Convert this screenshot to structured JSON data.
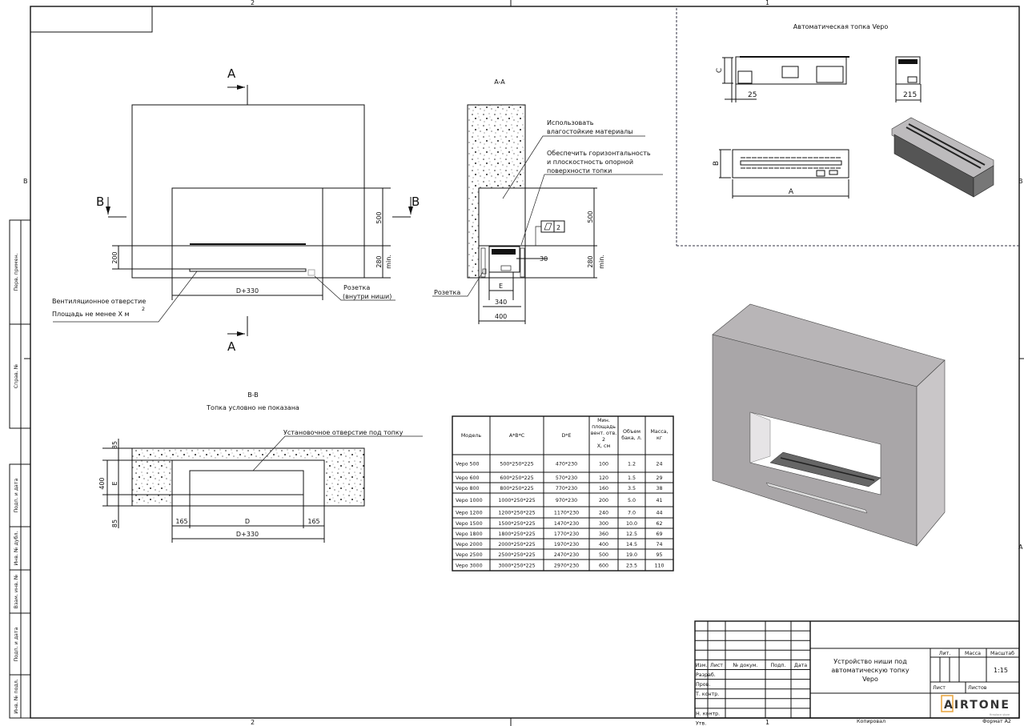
{
  "sheet": {
    "zone_top": [
      "2",
      "1"
    ],
    "zone_bottom": [
      "2",
      "1"
    ],
    "zone_side": [
      "B",
      "B",
      "A"
    ],
    "left_stamp": [
      "Перв. примен.",
      "Справ. №",
      "Подп. и дата",
      "Инв. № дубл.",
      "Взам. инв. №",
      "Подп. и дата",
      "Инв. № подл."
    ],
    "copied_label": "Копировал",
    "format_label": "Формат А2"
  },
  "front_view": {
    "section_a": "A",
    "section_b": "B",
    "dim_500": "500",
    "dim_280": "280",
    "min_label": "min.",
    "dim_200": "200",
    "dim_width": "D+330",
    "vent_note_1": "Вентиляционное отверстие",
    "vent_note_2": "Площадь не менее X м",
    "vent_note_sup": "2",
    "socket_note_1": "Розетка",
    "socket_note_2": "(внутри ниши)"
  },
  "section_aa": {
    "title": "A-A",
    "note_materials_1": "Использовать",
    "note_materials_2": "влагостойкие материалы",
    "note_flat_1": "Обеспечить горизонтальность",
    "note_flat_2": "и плоскостность опорной",
    "note_flat_3": "поверхности топки",
    "flatness_value": "2",
    "dim_500": "500",
    "dim_280": "280",
    "min_label": "min.",
    "dim_30": "30",
    "dim_e": "E",
    "dim_340": "340",
    "dim_400": "400",
    "socket_label": "Розетка"
  },
  "section_bb": {
    "title": "B-B",
    "subtitle": "Топка условно не показана",
    "note_opening": "Установочное отверстие под топку",
    "dim_85_top": "85",
    "dim_400": "400",
    "dim_e": "E",
    "dim_85_bottom": "85",
    "dim_165_left": "165",
    "dim_d": "D",
    "dim_165_right": "165",
    "dim_total": "D+330"
  },
  "burner": {
    "title": "Автоматическая топка Vepo",
    "dim_c": "C",
    "dim_25": "25",
    "dim_215": "215",
    "dim_b": "B",
    "dim_a": "A"
  },
  "table": {
    "headers": [
      "Модель",
      "A*B*C",
      "D*E",
      "Мин. площадь вент. отв. X, см",
      "Объем бака, л.",
      "Масса, кг"
    ],
    "header_sup": "2",
    "rows": [
      [
        "Vepo 500",
        "500*250*225",
        "470*230",
        "100",
        "1.2",
        "24"
      ],
      [
        "Vepo 600",
        "600*250*225",
        "570*230",
        "120",
        "1.5",
        "29"
      ],
      [
        "Vepo 800",
        "800*250*225",
        "770*230",
        "160",
        "3.5",
        "38"
      ],
      [
        "Vepo 1000",
        "1000*250*225",
        "970*230",
        "200",
        "5.0",
        "41"
      ],
      [
        "Vepo 1200",
        "1200*250*225",
        "1170*230",
        "240",
        "7.0",
        "44"
      ],
      [
        "Vepo 1500",
        "1500*250*225",
        "1470*230",
        "300",
        "10.0",
        "62"
      ],
      [
        "Vepo 1800",
        "1800*250*225",
        "1770*230",
        "360",
        "12.5",
        "69"
      ],
      [
        "Vepo 2000",
        "2000*250*225",
        "1970*230",
        "400",
        "14.5",
        "74"
      ],
      [
        "Vepo 2500",
        "2500*250*225",
        "2470*230",
        "500",
        "19.0",
        "95"
      ],
      [
        "Vepo 3000",
        "3000*250*225",
        "2970*230",
        "600",
        "23.5",
        "110"
      ]
    ]
  },
  "title_block": {
    "col_headers": [
      "Изм.",
      "Лист",
      "№ докум.",
      "Подп.",
      "Дата"
    ],
    "roles": [
      "Разраб.",
      "Пров.",
      "Т. контр.",
      "",
      "Н. контр.",
      "Утв."
    ],
    "title_1": "Устройство ниши под",
    "title_2": "автоматическую топку",
    "title_3": "Vepo",
    "lit_label": "Лит.",
    "mass_label": "Масса",
    "scale_label": "Масштаб",
    "scale_value": "1:15",
    "sheet_label": "Лист",
    "sheets_label": "Листов",
    "logo_text": "AIRTONE",
    "logo_sub": "fireplace store"
  },
  "colors": {
    "logo_accent": "#e8a33a",
    "body_gray": "#a9a6a8",
    "side_gray": "#c9c6c8",
    "top_gray": "#b8b5b7"
  }
}
